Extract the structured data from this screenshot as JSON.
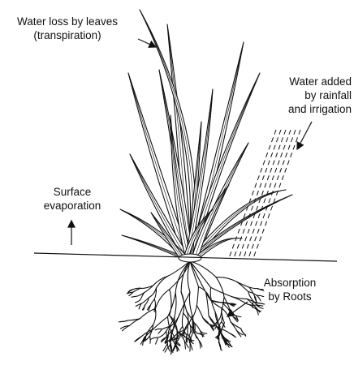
{
  "labels": {
    "transpiration": [
      "Water loss by leaves",
      "(transpiration)"
    ],
    "rainfall": [
      "Water added",
      "by rainfall",
      "and irrigation"
    ],
    "evaporation": [
      "Surface",
      "evaporation"
    ],
    "absorption": [
      "Absorption",
      "by Roots"
    ]
  },
  "colors": {
    "ink": "#111111",
    "background": "#ffffff"
  }
}
